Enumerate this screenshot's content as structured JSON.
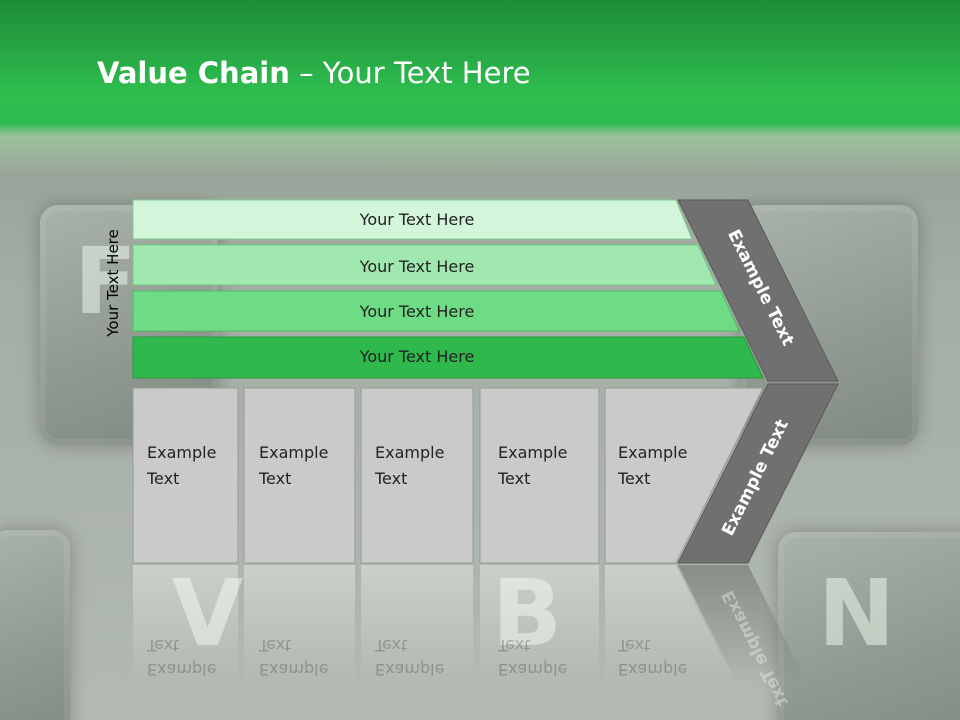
{
  "slide": {
    "title_bold": "Value Chain",
    "title_rest": " – Your Text Here",
    "vertical_label": "Your Text Here"
  },
  "background_keys": [
    "F",
    "V",
    "B",
    "N"
  ],
  "support_activities": [
    {
      "label": "Your Text Here",
      "color": "#d3f5da"
    },
    {
      "label": "Your Text Here",
      "color": "#a1e8b0"
    },
    {
      "label": "Your Text Here",
      "color": "#6edc85"
    },
    {
      "label": "Your Text Here",
      "color": "#2fb84c"
    }
  ],
  "primary_activities": [
    {
      "line1": "Example",
      "line2": "Text"
    },
    {
      "line1": "Example",
      "line2": "Text"
    },
    {
      "line1": "Example",
      "line2": "Text"
    },
    {
      "line1": "Example",
      "line2": "Text"
    },
    {
      "line1": "Example",
      "line2": "Text"
    }
  ],
  "margin_arrow": {
    "upper_label": "Example Text",
    "lower_label": "Example Text"
  },
  "colors": {
    "header_green": "#2fbf4f",
    "box_gray": "#cacaca",
    "arrow_gray": "#707070"
  }
}
